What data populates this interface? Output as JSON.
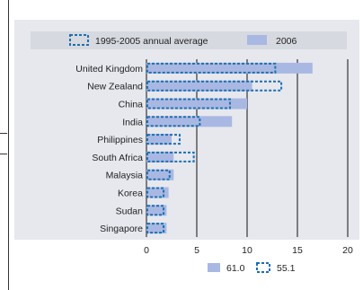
{
  "chart_data": {
    "type": "bar",
    "orientation": "horizontal",
    "categories": [
      "United Kingdom",
      "New Zealand",
      "China",
      "India",
      "Philippines",
      "South Africa",
      "Malaysia",
      "Korea",
      "Sudan",
      "Singapore"
    ],
    "series": [
      {
        "name": "1995-2005 annual average",
        "style": "dashed-outline",
        "values": [
          12.8,
          13.4,
          8.3,
          5.3,
          3.3,
          4.7,
          2.3,
          1.7,
          1.7,
          1.7
        ]
      },
      {
        "name": "2006",
        "style": "solid",
        "values": [
          16.5,
          10.5,
          10.0,
          8.5,
          2.5,
          2.7,
          2.7,
          2.2,
          2.0,
          2.0
        ]
      }
    ],
    "xlim": [
      0,
      20
    ],
    "xticks": [
      "0",
      "5",
      "10",
      "15",
      "20"
    ],
    "grid": true,
    "legend": {
      "position": "top",
      "items": [
        "1995-2005 annual average",
        "2006"
      ]
    },
    "bottom_legend": [
      {
        "swatch": "solid",
        "value": "61.0"
      },
      {
        "swatch": "dashed-outline",
        "value": "55.1"
      }
    ],
    "colors": {
      "solid_bar": "#a9b8e2",
      "dashed_outline": "#1e6fb0",
      "plot_background": "#e6e8ee",
      "legend_background": "#d6d9e0",
      "gridline": "#111111"
    }
  }
}
